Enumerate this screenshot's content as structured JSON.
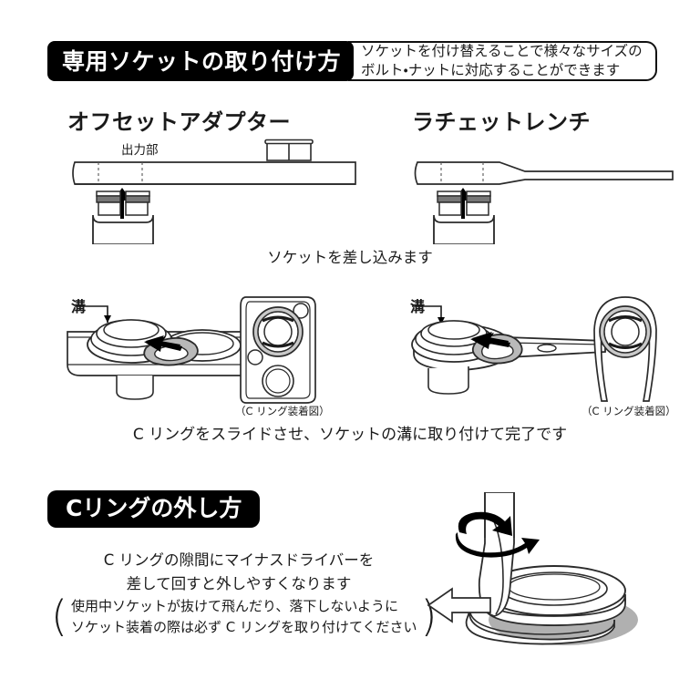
{
  "page": {
    "background": "#ffffff",
    "ink": "#1a1a1a"
  },
  "section1": {
    "header_title": "専用ソケットの取り付け方",
    "note_line1": "ソケットを付け替えることで様々なサイズの",
    "note_line2": "ボルト・ナットに対応することができます",
    "left_tool_title": "オフセットアダプター",
    "right_tool_title": "ラチェットレンチ",
    "output_part_label": "出力部",
    "step1_caption": "ソケットを差し込みます",
    "groove_label_left": "溝",
    "groove_label_right": "溝",
    "inset_label_left": "（C リング装着図）",
    "inset_label_right": "（C リング装着図）",
    "step2_caption": "C リングをスライドさせ、ソケットの溝に取り付けて完了です"
  },
  "section2": {
    "header_title": "Cリングの外し方",
    "body_line1": "C リングの隙間にマイナスドライバーを",
    "body_line2": "差して回すと外しやすくなります",
    "warning_line1": "使用中ソケットが抜けて飛んだり、落下しないように",
    "warning_line2": "ソケット装着の際は必ず C リングを取り付けてください",
    "paren_open": "(",
    "paren_close": ")"
  },
  "colors": {
    "black": "#000000",
    "outline": "#2b2b2b",
    "grey_fill": "#b9b9b9",
    "light_grey": "#d8d8d8",
    "white": "#ffffff"
  },
  "icons": {
    "insert_arrow": "up-arrow-icon",
    "slide_arrow": "left-arrow-icon",
    "rotate_arrow": "rotation-arrow-icon",
    "pry_arrow": "outline-arrow-icon",
    "leader_line": "leader-line-icon"
  }
}
